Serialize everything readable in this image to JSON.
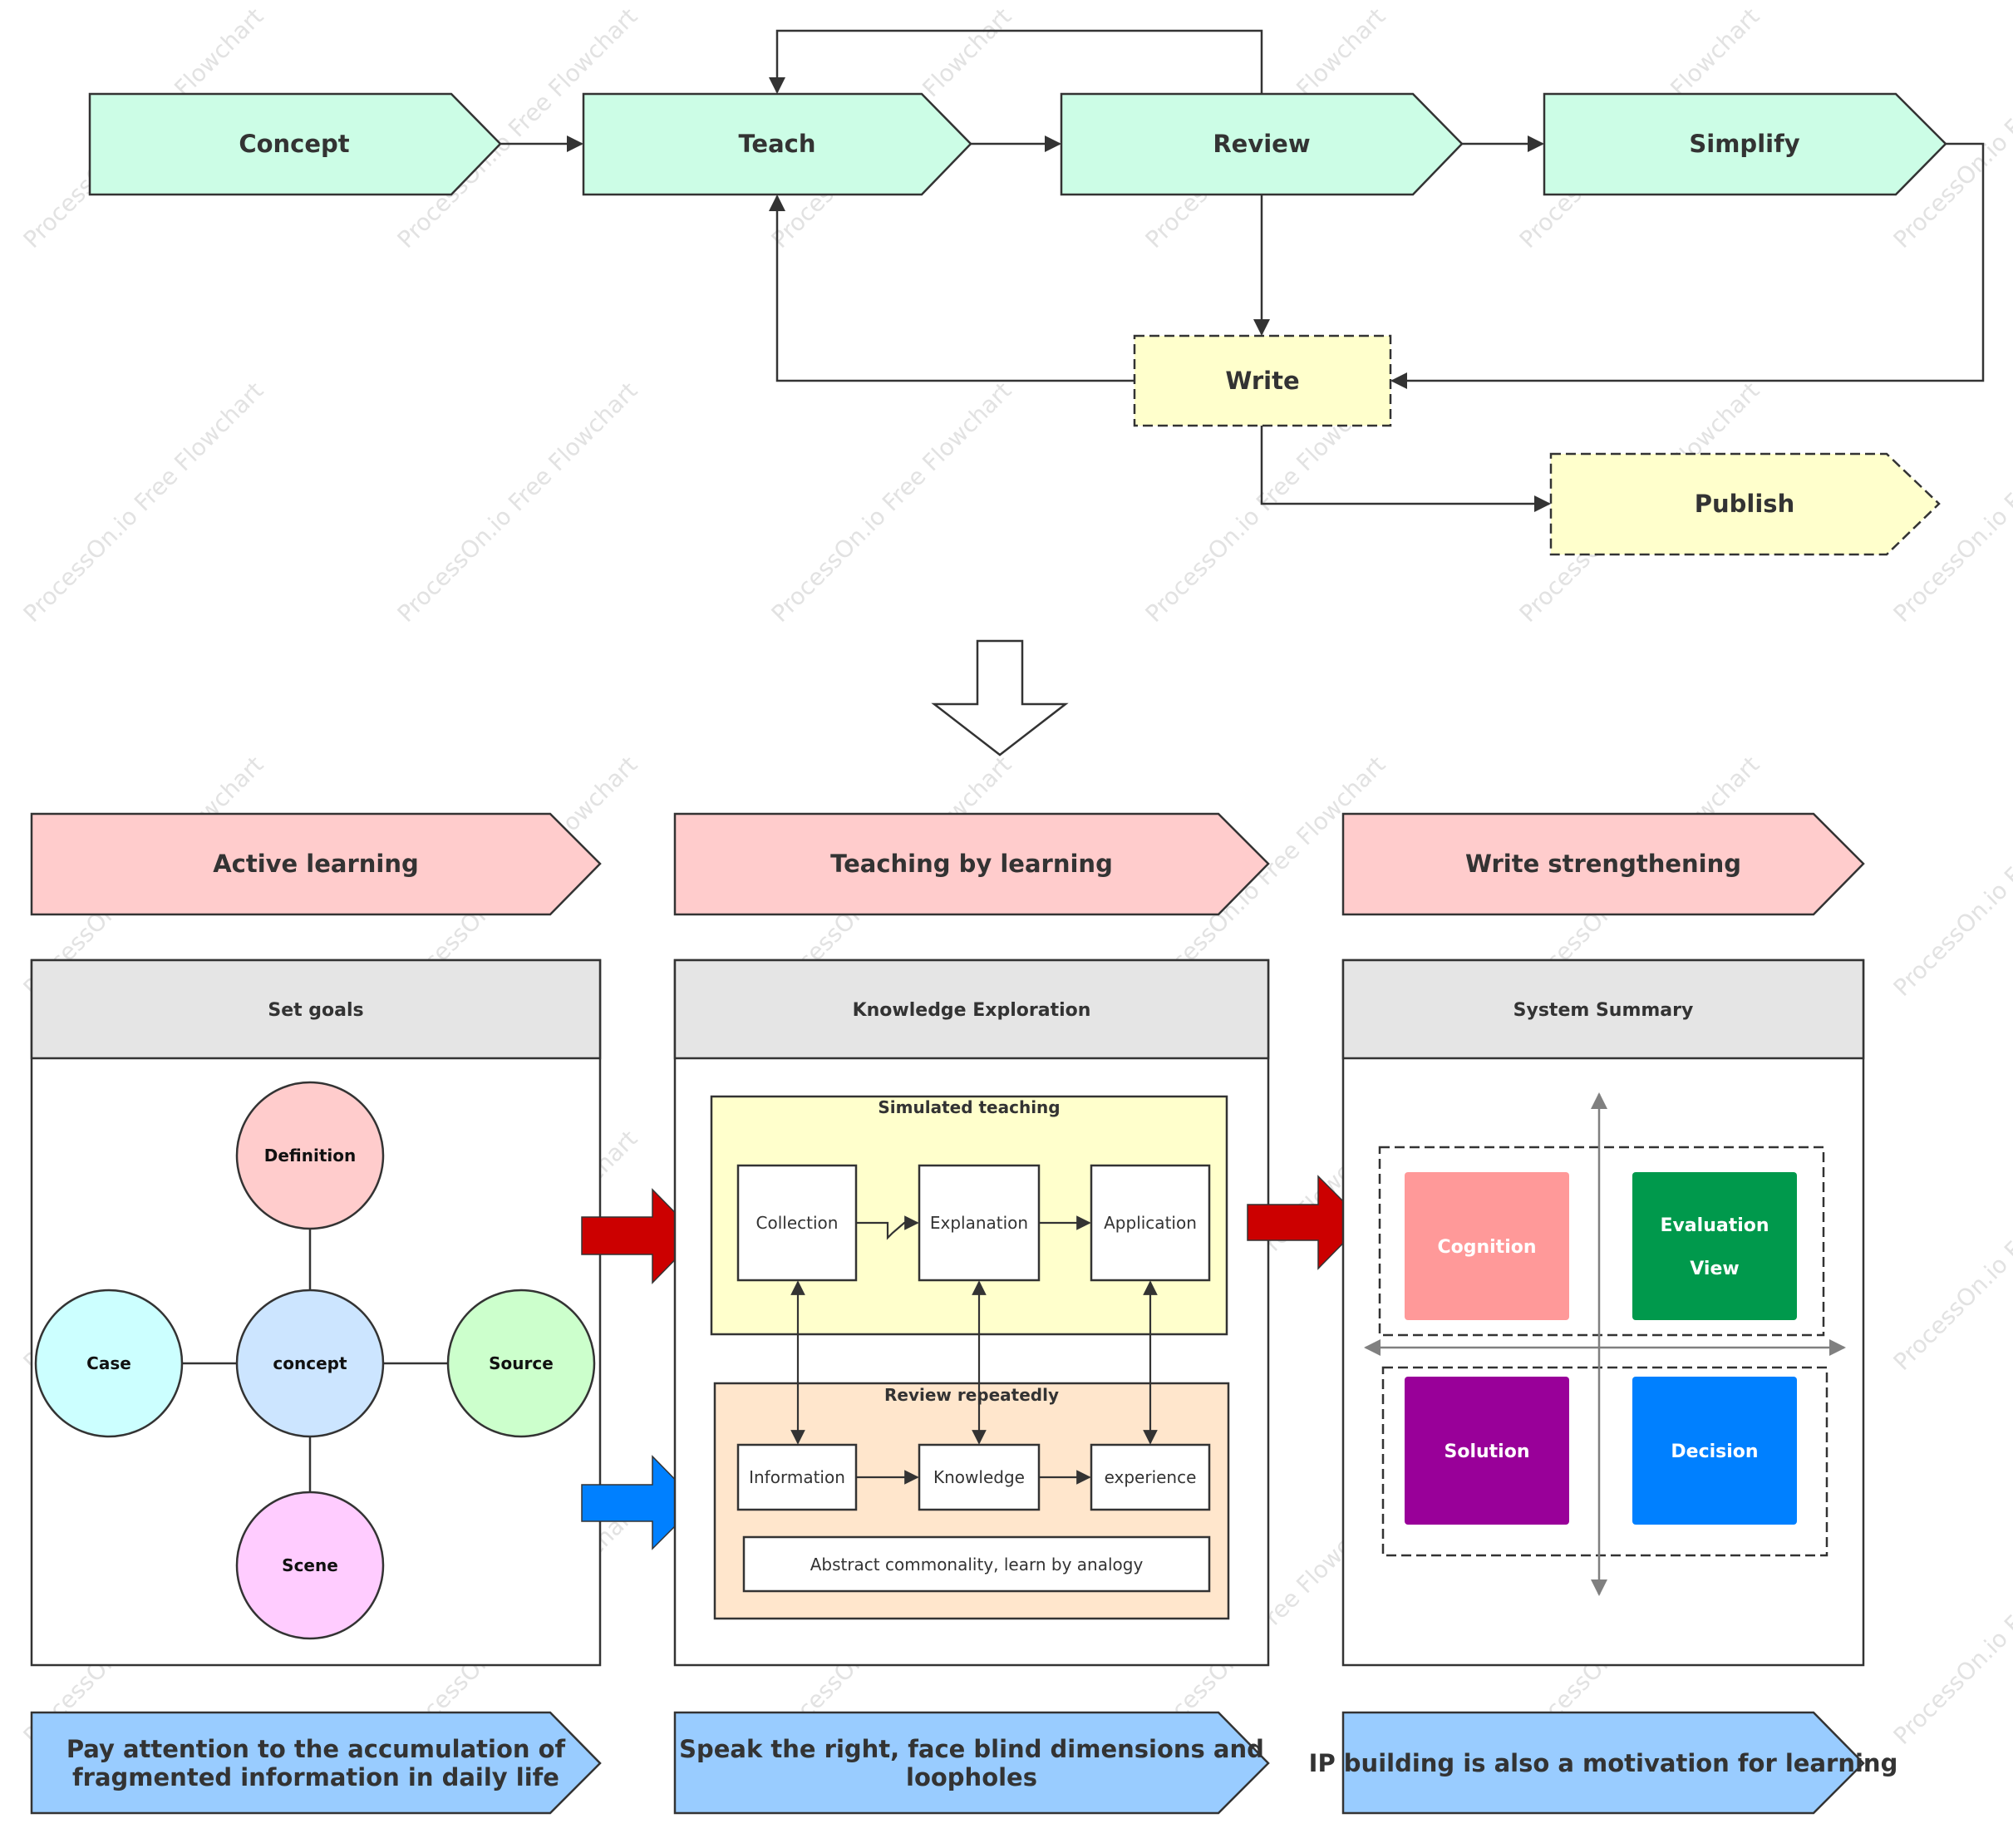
{
  "watermark": "ProcessOn.io Free Flowchart",
  "flow": {
    "concept": "Concept",
    "teach": "Teach",
    "review": "Review",
    "simplify": "Simplify",
    "write": "Write",
    "publish": "Publish"
  },
  "sections": {
    "active": "Active learning",
    "teaching": "Teaching by learning",
    "writing": "Write strengthening"
  },
  "panels": {
    "goals": {
      "title": "Set goals",
      "center": "concept",
      "top": "Definition",
      "left": "Case",
      "right": "Source",
      "bottom": "Scene"
    },
    "exploration": {
      "title": "Knowledge Exploration",
      "simulated_label": "Simulated teaching",
      "collection": "Collection",
      "explanation": "Explanation",
      "application": "Application",
      "review_label": "Review repeatedly",
      "information": "Information",
      "knowledge": "Knowledge",
      "experience": "experience",
      "abstract": "Abstract commonality, learn by analogy"
    },
    "summary": {
      "title": "System Summary",
      "cognition": "Cognition",
      "evaluation_line1": "Evaluation",
      "evaluation_line2": "View",
      "solution": "Solution",
      "decision": "Decision"
    }
  },
  "footers": {
    "left_line1": "Pay attention to the accumulation of",
    "left_line2": "fragmented information in daily life",
    "mid_line1": "Speak the right, face blind dimensions and",
    "mid_line2": "loopholes",
    "right": "IP building is also a motivation for learning"
  },
  "colors": {
    "flow_fill": "#ccfde6",
    "write_fill": "#ffffcc",
    "section_fill": "#ffcccc",
    "footer_fill": "#99ccff",
    "panel_header": "#e5e5e5",
    "simulated_fill": "#ffffcc",
    "review_fill": "#ffe6cc",
    "definition": "#ffcccc",
    "concept": "#cce5ff",
    "case": "#ccffff",
    "source": "#ccffcc",
    "scene": "#ffccff",
    "cognition": "#ff9999",
    "evaluation": "#00994c",
    "solution": "#990099",
    "decision": "#0080ff",
    "red_arrow": "#cc0000",
    "blue_arrow": "#0080ff"
  }
}
